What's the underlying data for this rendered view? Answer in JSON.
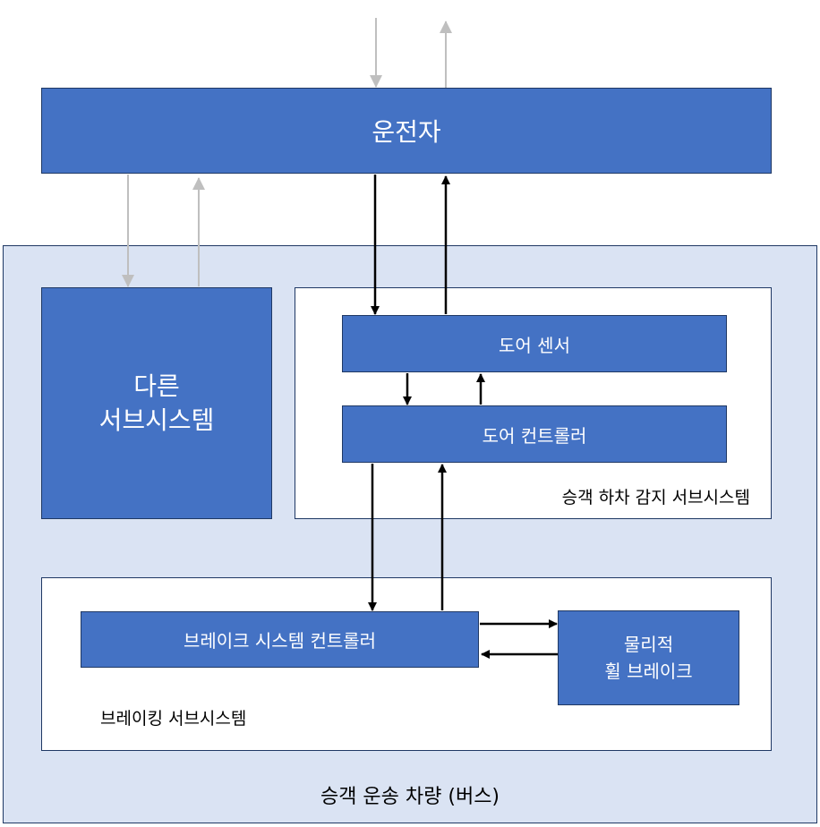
{
  "diagram": {
    "vehicle_label": "승객 운송 차량 (버스)",
    "driver_label": "운전자",
    "other_subsystem": [
      "다른",
      "서브시스템"
    ],
    "door_subsystem_label": "승객 하차 감지 서브시스템",
    "door_sensor_label": "도어 센서",
    "door_controller_label": "도어 컨트롤러",
    "braking_subsystem_label": "브레이킹 서브시스템",
    "brake_controller_label": "브레이크 시스템 컨트롤러",
    "wheel_brake": [
      "물리적",
      "휠 브레이크"
    ]
  },
  "colors": {
    "block_fill": "#4472c4",
    "block_border": "#1f3864",
    "vehicle_fill": "#dae3f3",
    "arrow_active": "#000000",
    "arrow_inactive": "#bfbfbf"
  }
}
